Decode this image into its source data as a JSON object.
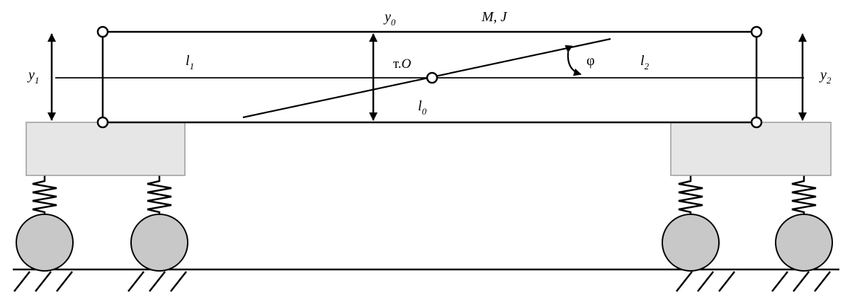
{
  "labels": {
    "y0": {
      "main": "y",
      "sub": "0"
    },
    "mass": "M, J",
    "l1": {
      "main": "l",
      "sub": "1"
    },
    "l2": {
      "main": "l",
      "sub": "2"
    },
    "l0": {
      "main": "l",
      "sub": "0"
    },
    "y1": {
      "main": "y",
      "sub": "1"
    },
    "y2": {
      "main": "y",
      "sub": "2"
    },
    "center": {
      "prefix": "т.",
      "name": "O"
    },
    "phi": "φ"
  },
  "colors": {
    "line": "#000000",
    "block_fill": "#e6e6e6",
    "block_stroke": "#9a9a9a",
    "wheel_fill": "#c8c8c8"
  }
}
